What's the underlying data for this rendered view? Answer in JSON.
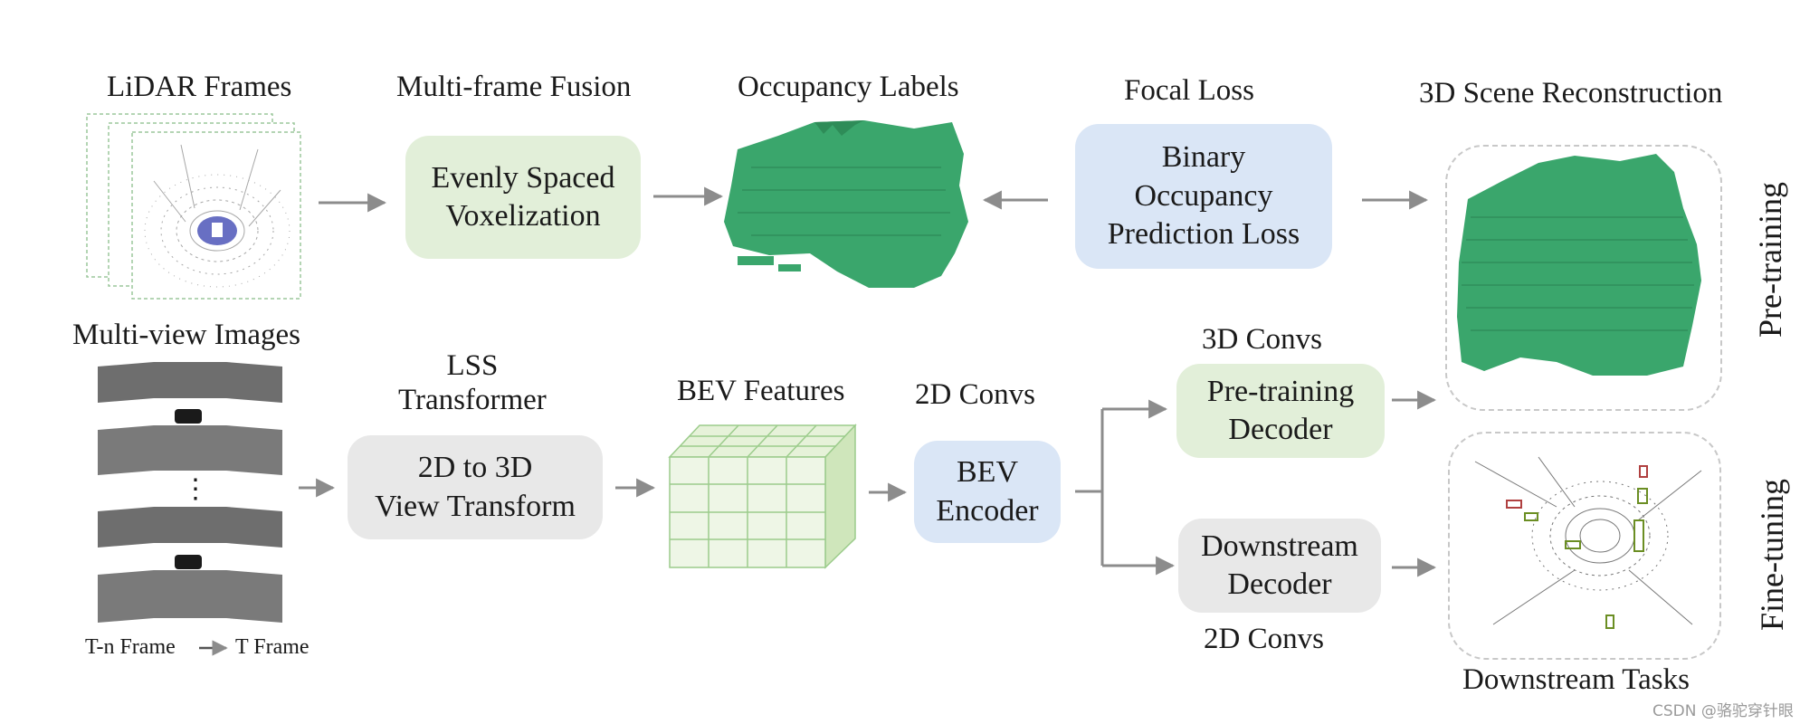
{
  "top_row": {
    "lidar_title": "LiDAR Frames",
    "fusion_title": "Multi-frame Fusion",
    "voxel_box": "Evenly Spaced\nVoxelization",
    "occupancy_title": "Occupancy Labels",
    "focal_title": "Focal Loss",
    "loss_box": "Binary\nOccupancy\nPrediction Loss",
    "recon_title": "3D Scene Reconstruction"
  },
  "bottom_row": {
    "images_title": "Multi-view Images",
    "frame_caption_left": "T-n Frame",
    "frame_caption_right": "T Frame",
    "ellipsis": "⋮",
    "lss_title": "LSS\nTransformer",
    "view_box": "2D to 3D\nView Transform",
    "bev_title": "BEV Features",
    "conv2d_title": "2D Convs",
    "bev_box": "BEV\nEncoder",
    "conv3d_title": "3D Convs",
    "pretrain_box": "Pre-training\nDecoder",
    "downstream_box": "Downstream\nDecoder",
    "conv2d_bottom": "2D Convs",
    "tasks_title": "Downstream Tasks"
  },
  "side_labels": {
    "pretraining": "Pre-training",
    "finetuning": "Fine-tuning"
  },
  "watermark": "CSDN @骆驼穿针眼",
  "colors": {
    "green_box": "#e2efd9",
    "blue_box": "#dae6f6",
    "gray_box": "#e8e8e8",
    "occupancy_green": "#3aa66c",
    "arrow": "#8c8c8c"
  }
}
